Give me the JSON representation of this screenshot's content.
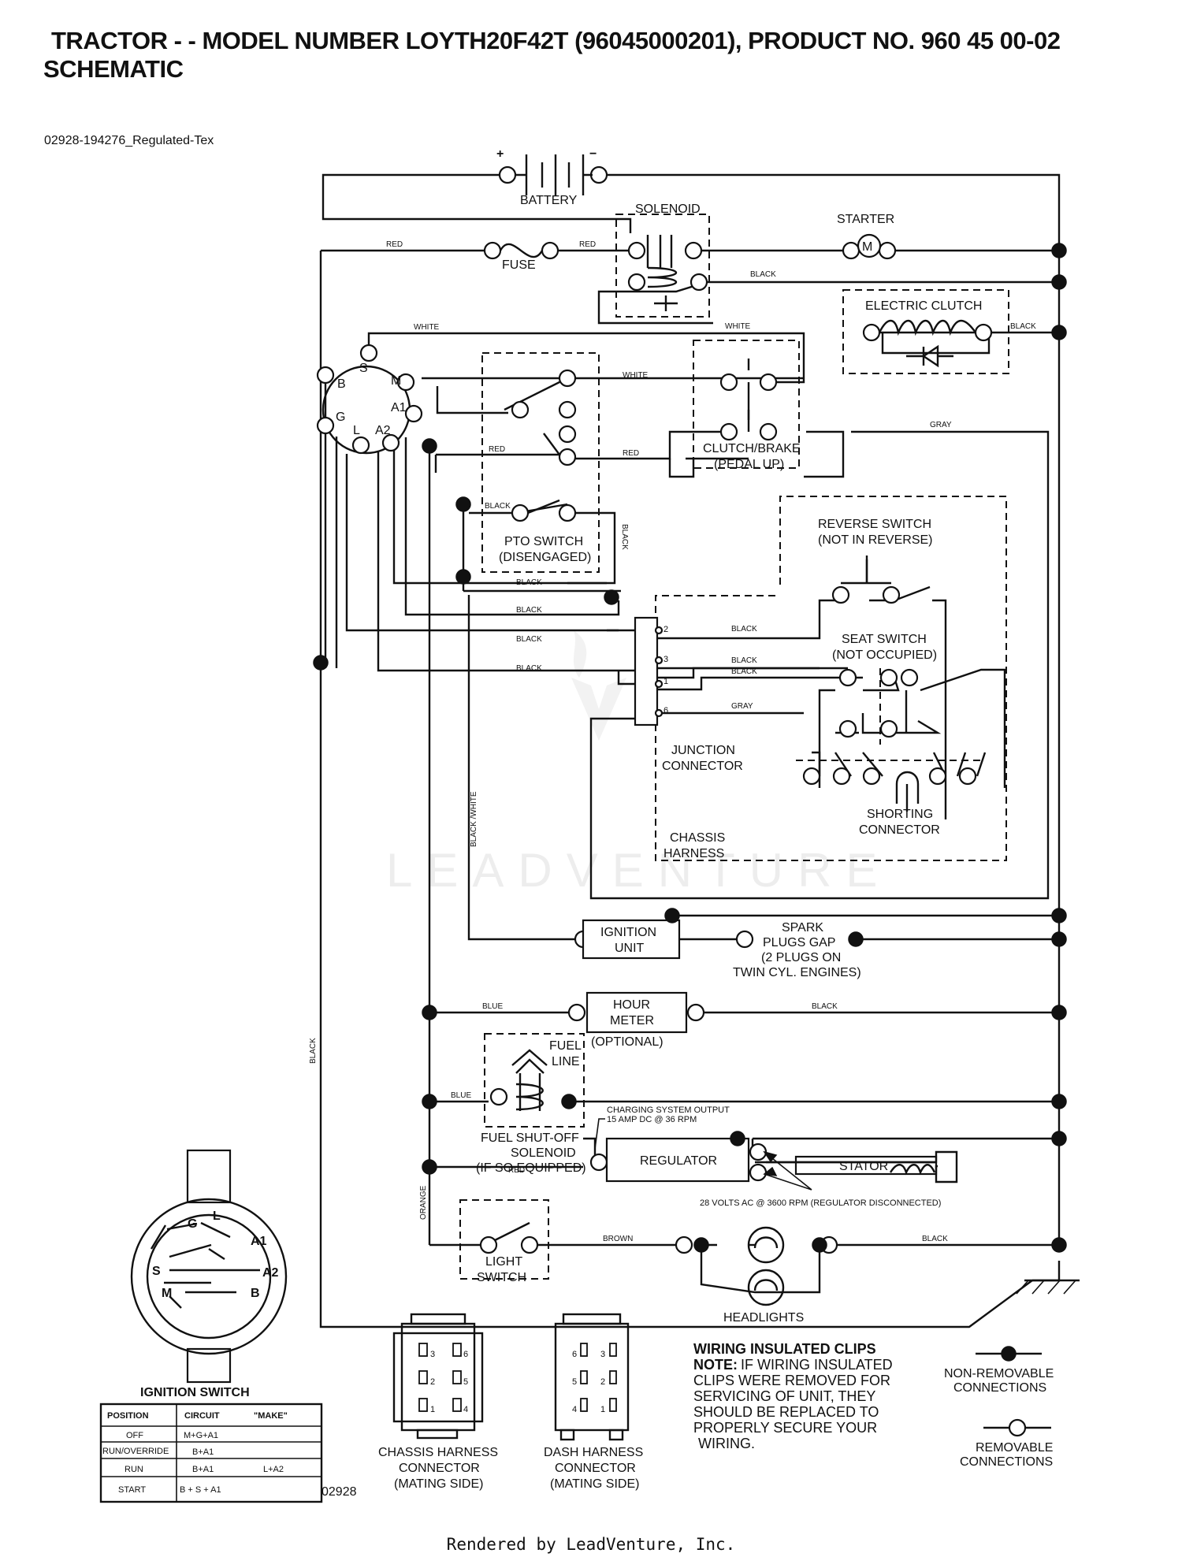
{
  "title": {
    "line1": "TRACTOR - - MODEL NUMBER LOYTH20F42T (96045000201), PRODUCT NO. 960 45 00-02",
    "line2": "SCHEMATIC"
  },
  "doc_id": "02928-194276_Regulated-Tex",
  "figure_number": "02928",
  "footer": "Rendered by LeadVenture, Inc.",
  "watermark": "LEADVENTURE",
  "components": {
    "battery": "BATTERY",
    "battery_plus": "+",
    "battery_minus": "−",
    "solenoid": "SOLENOID",
    "starter": "STARTER",
    "starter_symbol": "M",
    "fuse": "FUSE",
    "electric_clutch": "ELECTRIC CLUTCH",
    "clutch_brake_1": "CLUTCH/BRAKE",
    "clutch_brake_2": "(PEDAL UP)",
    "pto_switch_1": "PTO SWITCH",
    "pto_switch_2": "(DISENGAGED)",
    "reverse_switch_1": "REVERSE SWITCH",
    "reverse_switch_2": "(NOT IN REVERSE)",
    "seat_switch_1": "SEAT SWITCH",
    "seat_switch_2": "(NOT OCCUPIED)",
    "junction_connector_1": "JUNCTION",
    "junction_connector_2": "CONNECTOR",
    "shorting_connector_1": "SHORTING",
    "shorting_connector_2": "CONNECTOR",
    "chassis_harness_1": "CHASSIS",
    "chassis_harness_2": "HARNESS",
    "ignition_unit_1": "IGNITION",
    "ignition_unit_2": "UNIT",
    "spark_1": "SPARK",
    "spark_2": "PLUGS GAP",
    "spark_3": "(2 PLUGS ON",
    "spark_4": "TWIN CYL. ENGINES)",
    "hour_meter_1": "HOUR",
    "hour_meter_2": "METER",
    "optional": "(OPTIONAL)",
    "fuel_line_1": "FUEL",
    "fuel_line_2": "LINE",
    "fuel_solenoid_1": "FUEL SHUT-OFF",
    "fuel_solenoid_2": "SOLENOID",
    "fuel_solenoid_3": "(IF SO EQUIPPED)",
    "charging_1": "CHARGING SYSTEM OUTPUT",
    "charging_2": "15 AMP DC @ 36 RPM",
    "regulator": "REGULATOR",
    "stator": "STATOR",
    "stator_note": "28 VOLTS AC @ 3600 RPM (REGULATOR DISCONNECTED)",
    "light_switch_1": "LIGHT",
    "light_switch_2": "SWITCH",
    "headlights": "HEADLIGHTS",
    "terminals": {
      "b": "B",
      "s": "S",
      "m": "M",
      "a1": "A1",
      "g": "G",
      "l": "L",
      "a2": "A2"
    },
    "junction_pins": [
      "2",
      "3",
      "1",
      "6"
    ]
  },
  "wire_labels": {
    "red": "RED",
    "white": "WHITE",
    "black": "BLACK",
    "gray": "GRAY",
    "blue": "BLUE",
    "orange": "ORANGE",
    "brown": "BROWN",
    "black_white": "BLACK /WHITE"
  },
  "ignition_switch": {
    "title": "IGNITION SWITCH",
    "terminal_labels": [
      "G",
      "L",
      "A1",
      "A2",
      "S",
      "M",
      "B"
    ],
    "headers": [
      "POSITION",
      "CIRCUIT",
      "\"MAKE\""
    ],
    "rows": [
      {
        "position": "OFF",
        "circuit": "M+G+A1",
        "make": ""
      },
      {
        "position": "RUN/OVERRIDE",
        "circuit": "B+A1",
        "make": ""
      },
      {
        "position": "RUN",
        "circuit": "B+A1",
        "make": "L+A2"
      },
      {
        "position": "START",
        "circuit": "B + S + A1",
        "make": ""
      }
    ]
  },
  "connectors": {
    "chassis_1": "CHASSIS HARNESS",
    "chassis_2": "CONNECTOR",
    "chassis_3": "(MATING SIDE)",
    "chassis_pins": [
      "3",
      "6",
      "2",
      "5",
      "1",
      "4"
    ],
    "dash_1": "DASH HARNESS",
    "dash_2": "CONNECTOR",
    "dash_3": "(MATING SIDE)",
    "dash_pins": [
      "6",
      "3",
      "5",
      "2",
      "4",
      "1"
    ]
  },
  "notes": {
    "clips_title": "WIRING INSULATED CLIPS",
    "note_label": "NOTE:",
    "note_lines": [
      "IF WIRING INSULATED",
      "CLIPS WERE REMOVED FOR",
      "SERVICING OF UNIT, THEY",
      "SHOULD BE REPLACED TO",
      "PROPERLY SECURE YOUR",
      "WIRING."
    ]
  },
  "legend": {
    "non_removable_1": "NON-REMOVABLE",
    "non_removable_2": "CONNECTIONS",
    "removable_1": "REMOVABLE",
    "removable_2": "CONNECTIONS"
  }
}
